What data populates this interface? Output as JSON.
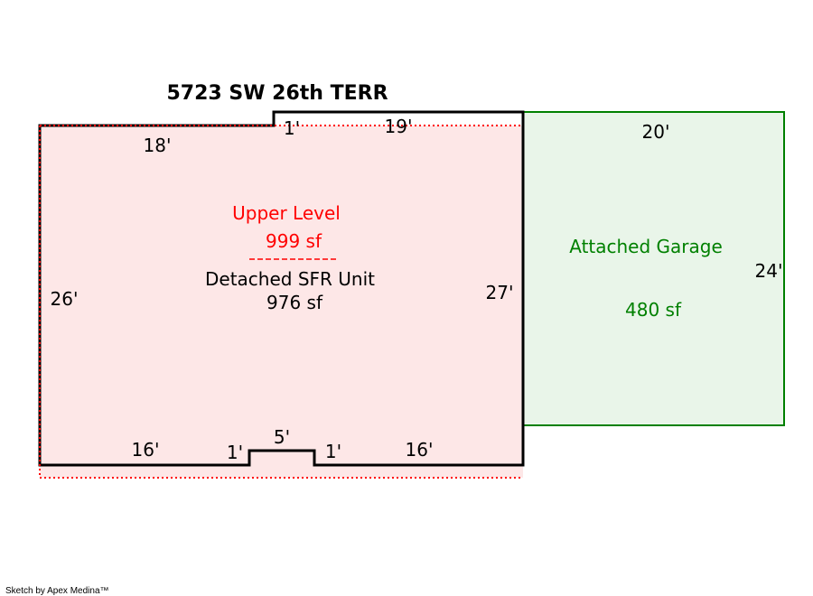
{
  "title": "5723 SW 26th TERR",
  "areas": {
    "upper_level": {
      "name": "Upper Level",
      "area": "999 sf",
      "color": "#ff0000"
    },
    "main_unit": {
      "name": "Detached SFR Unit",
      "area": "976 sf",
      "color": "#000000"
    },
    "garage": {
      "name": "Attached Garage",
      "area": "480 sf",
      "color": "#008000",
      "fill": "#e9f5e9"
    }
  },
  "dimensions": {
    "top_left": "18'",
    "top_jog": "1'",
    "top_right": "19'",
    "left": "26'",
    "right": "27'",
    "bottom_left": "16'",
    "bottom_jog_left": "1'",
    "bottom_bump": "5'",
    "bottom_jog_right": "1'",
    "bottom_right": "16'",
    "garage_top": "20'",
    "garage_right": "24'"
  },
  "credit": "Sketch by Apex Medina™",
  "colors": {
    "upper_fill": "#fde7e7",
    "upper_outline": "#ff0000",
    "wall": "#000000",
    "garage_outline": "#008000"
  }
}
